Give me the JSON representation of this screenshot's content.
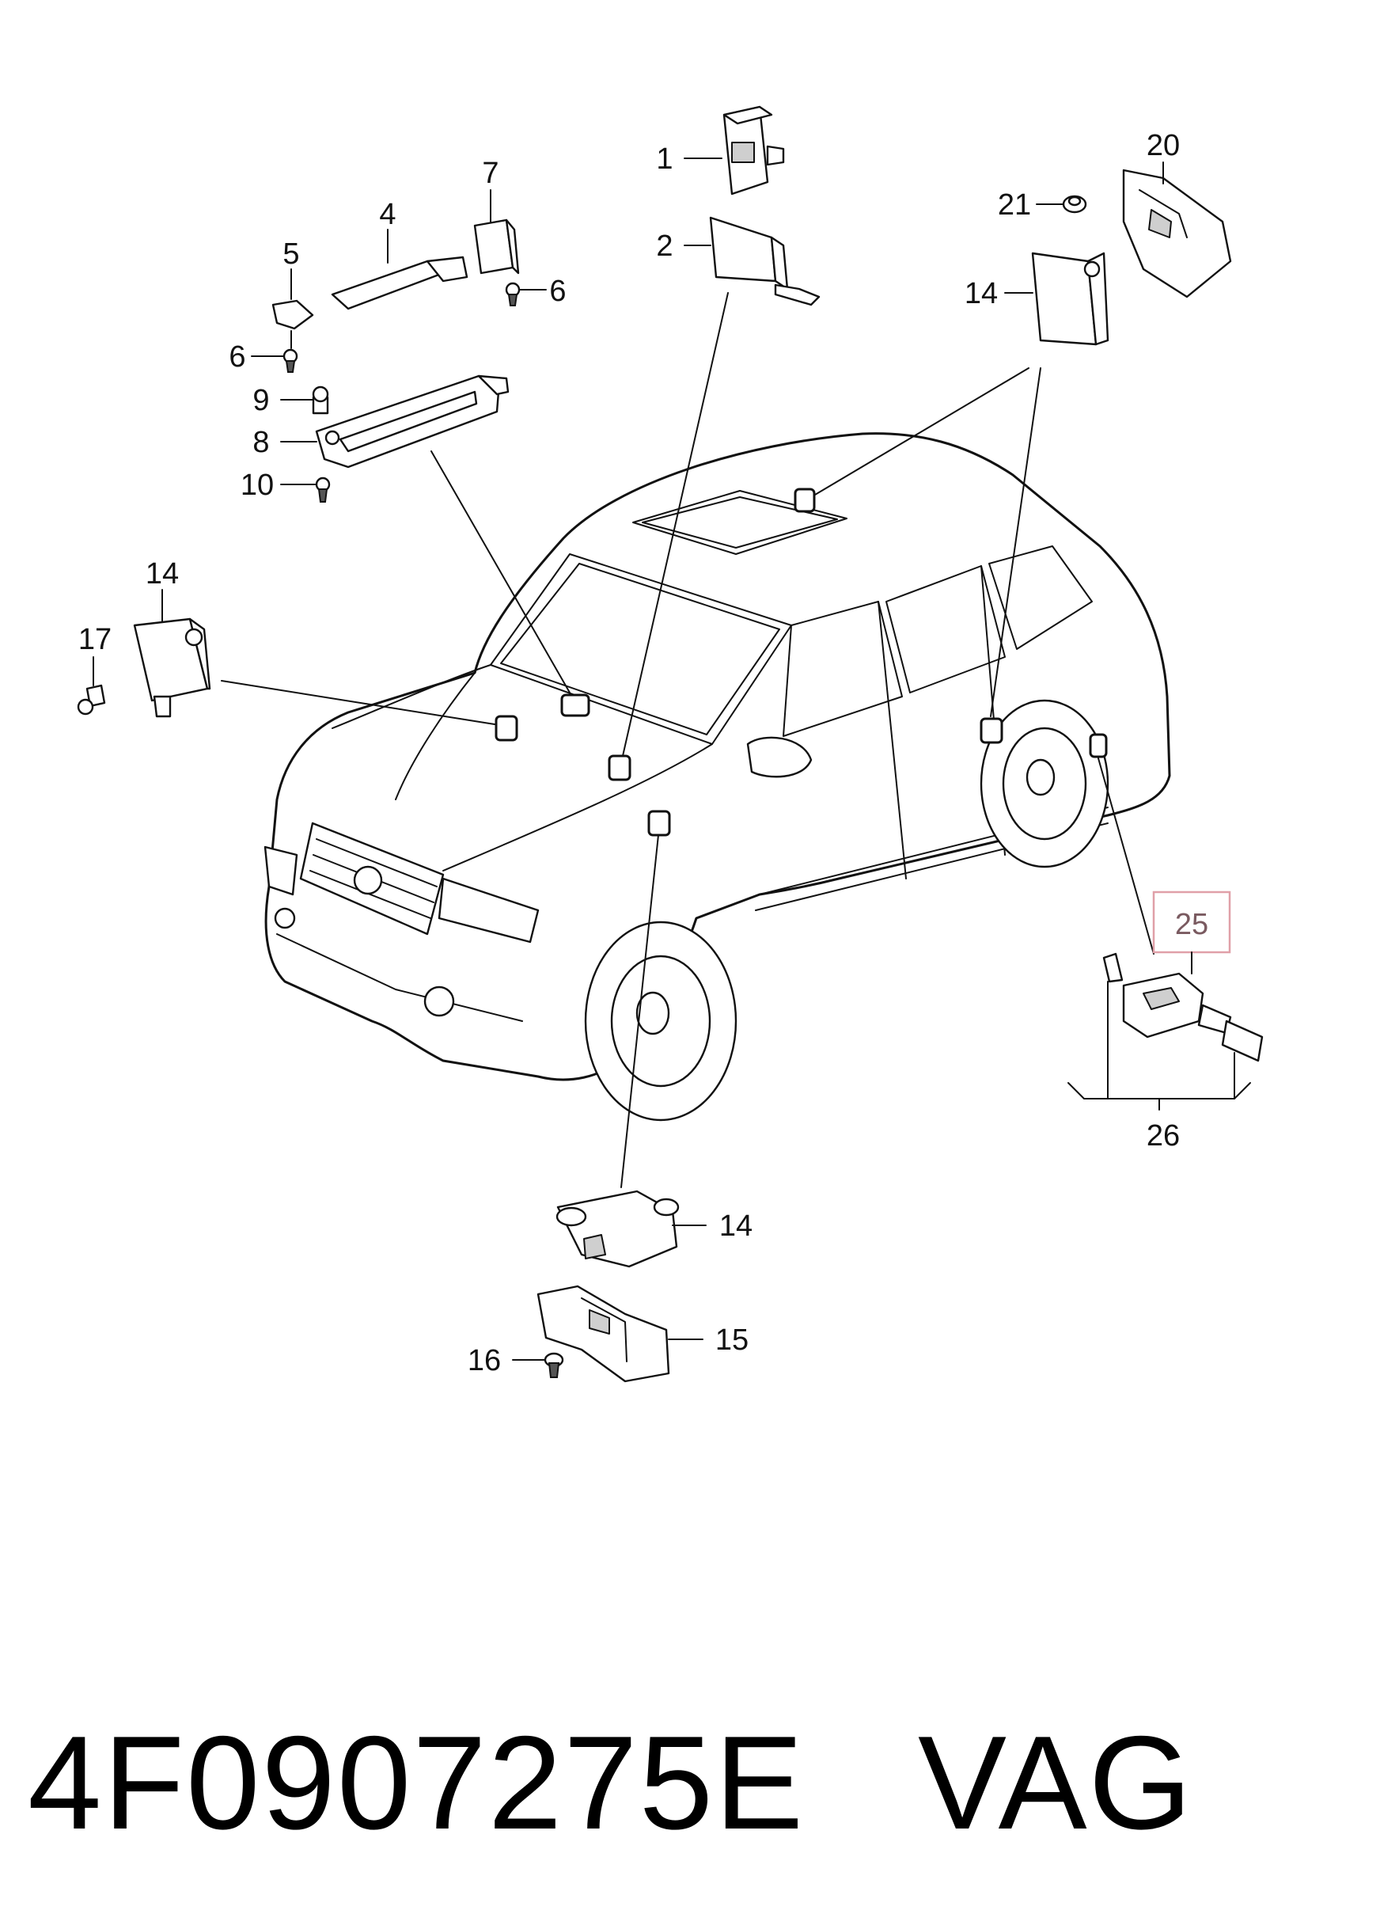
{
  "diagram": {
    "callouts": {
      "c1": "1",
      "c2": "2",
      "c4": "4",
      "c5": "5",
      "c6a": "6",
      "c6b": "6",
      "c7": "7",
      "c8": "8",
      "c9": "9",
      "c10": "10",
      "c14a": "14",
      "c14b": "14",
      "c14c": "14",
      "c15": "15",
      "c16": "16",
      "c17": "17",
      "c20": "20",
      "c21": "21",
      "c25": "25",
      "c26": "26"
    },
    "highlight_color": "#e0a0a8"
  },
  "caption": {
    "part_number": "4F0907275E",
    "brand": "VAG"
  }
}
